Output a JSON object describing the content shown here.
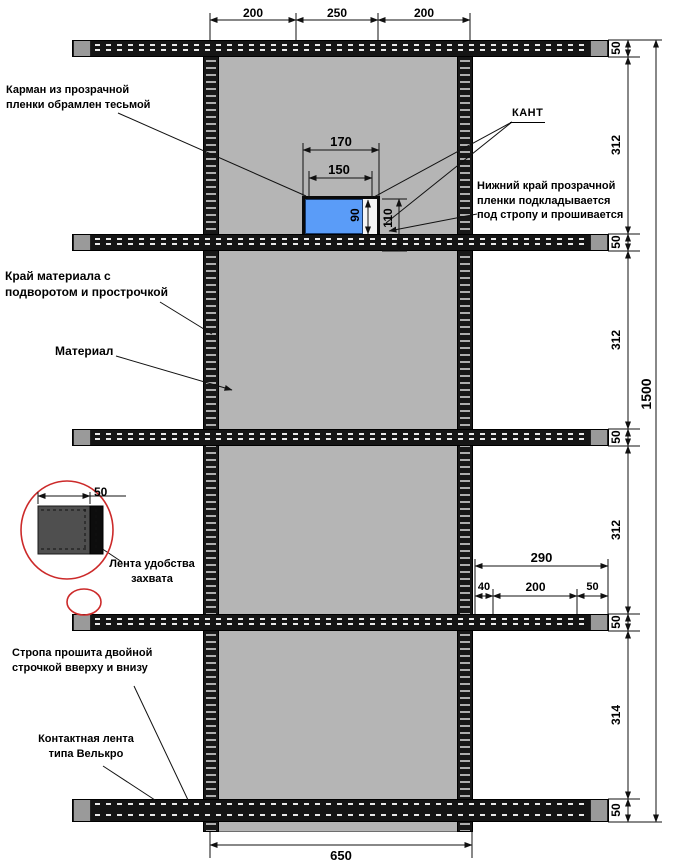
{
  "drawing": {
    "annotations": {
      "pocket": "Карман из прозрачной\nпленки обрамлен тесьмой",
      "kant": "КАНТ",
      "film_edge": "Нижний край прозрачной\nпленки подкладывается\nпод стропу и прошивается",
      "material_edge": "Край материала с\nподворотом и прострочкой",
      "material": "Материал",
      "grip_tape": "Лента удобства\nзахвата",
      "strap_stitch": "Стропа прошита двойной\nстрочкой вверху и внизу",
      "velcro": "Контактная лента\nтипа Велькро"
    },
    "dims": {
      "top": [
        "200",
        "250",
        "200"
      ],
      "pocket_outer_width": "170",
      "pocket_inner_width": "150",
      "pocket_outer_height": "110",
      "pocket_inner_height": "90",
      "right_chain": [
        "50",
        "312",
        "50",
        "312",
        "50",
        "312",
        "50",
        "314",
        "50"
      ],
      "overall_height": "1500",
      "bottom_width": "650",
      "segment_total": "290",
      "segment_parts": [
        "40",
        "200",
        "50"
      ],
      "detail_width": "50"
    },
    "colors": {
      "material": "#b5b5b5",
      "strap": "#151515",
      "film": "#5a9cf8",
      "detail_circle": "#cc2a2a"
    }
  }
}
